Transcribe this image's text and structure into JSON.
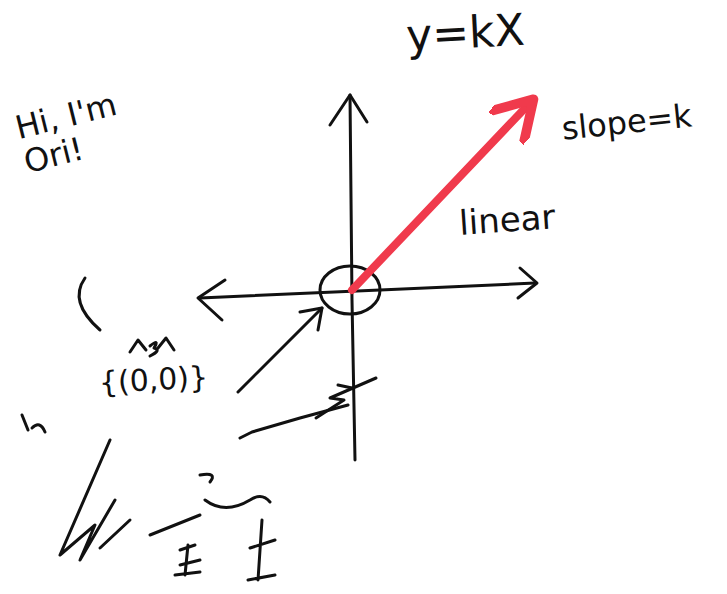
{
  "diagram": {
    "labels": [
      "y=kX",
      "slope=k",
      "linear",
      "Hi, I'm Ori!",
      "{(0,0)}"
    ]
  }
}
